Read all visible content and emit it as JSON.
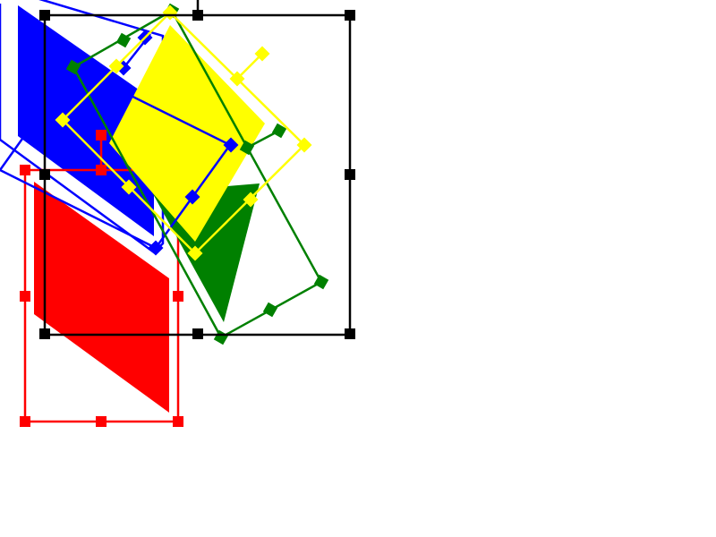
{
  "canvas": {
    "background": "#ffffff"
  },
  "colors": {
    "red": "#ff0000",
    "blue": "#0000ff",
    "yellow": "#ffff00",
    "green": "#008000",
    "black": "#000000",
    "white": "#ffffff"
  },
  "shapes": [
    {
      "name": "blue-parallelogram",
      "color": "blue",
      "selected": true
    },
    {
      "name": "red-parallelogram",
      "color": "red",
      "selected": true
    },
    {
      "name": "green-diamond",
      "color": "green",
      "selected": true
    },
    {
      "name": "yellow-diamond",
      "color": "yellow",
      "selected": true
    }
  ],
  "group_selection": {
    "color": "black",
    "handle_style": "square"
  }
}
